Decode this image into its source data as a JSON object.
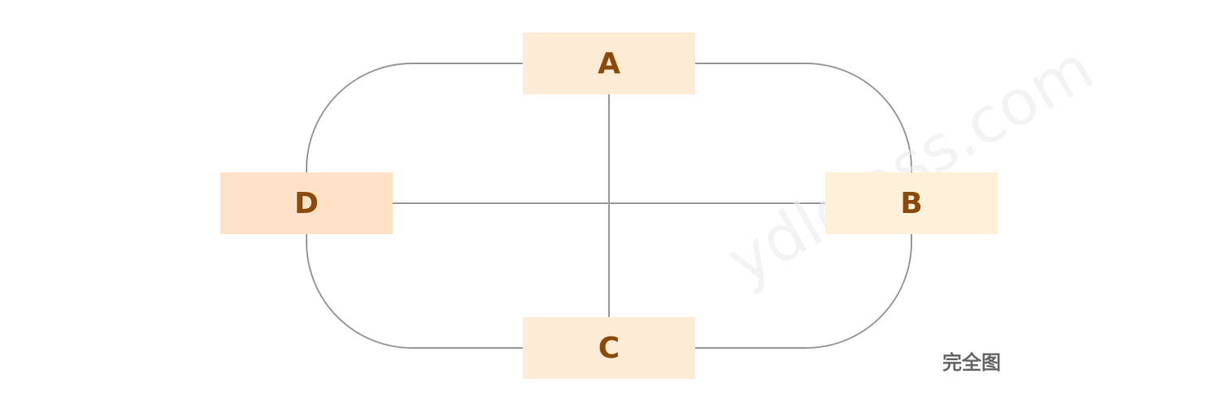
{
  "diagram": {
    "nodes": [
      {
        "id": "A",
        "label": "A",
        "fill": "#fdebd6"
      },
      {
        "id": "B",
        "label": "B",
        "fill": "#fff0d9"
      },
      {
        "id": "C",
        "label": "C",
        "fill": "#fdebd6"
      },
      {
        "id": "D",
        "label": "D",
        "fill": "#fee2c8"
      }
    ],
    "edges": [
      {
        "from": "A",
        "to": "B"
      },
      {
        "from": "A",
        "to": "C"
      },
      {
        "from": "A",
        "to": "D"
      },
      {
        "from": "B",
        "to": "C"
      },
      {
        "from": "B",
        "to": "D"
      },
      {
        "from": "C",
        "to": "D"
      }
    ],
    "caption": "完全图",
    "watermark": "ydlclass.com"
  },
  "colors": {
    "label_text": "#8a4a0c",
    "edge": "#999999",
    "caption": "#666666"
  }
}
